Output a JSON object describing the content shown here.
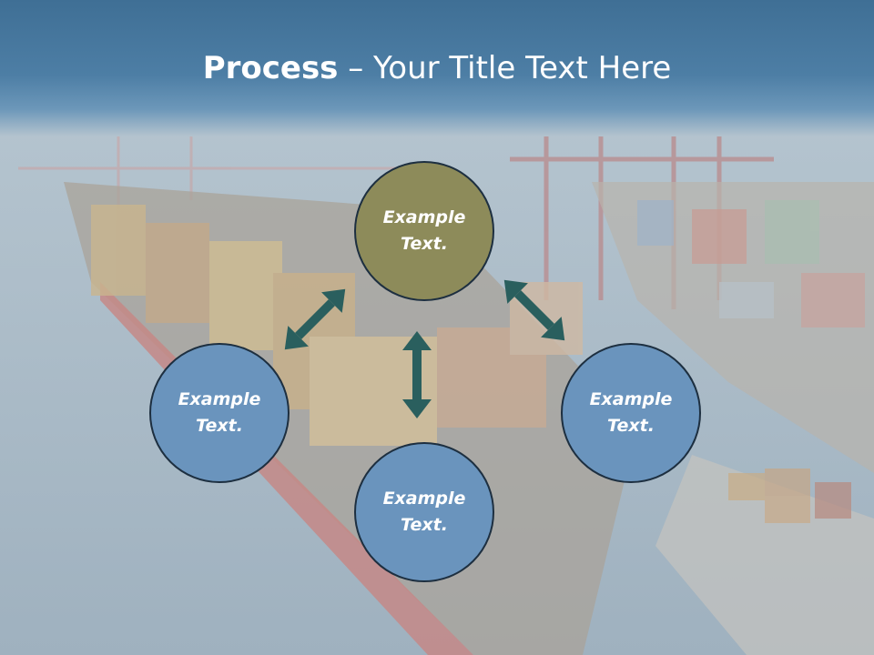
{
  "title": {
    "bold": "Process",
    "rest": " – Your Title Text Here"
  },
  "nodes": {
    "top": "Example Text.",
    "left": "Example Text.",
    "right": "Example Text.",
    "bottom": "Example Text."
  },
  "colors": {
    "header": "#4d7ea5",
    "node_blue": "#6a94bd",
    "node_olive": "#8d8b5a",
    "arrow": "#2a5f5e",
    "text": "#ffffff"
  },
  "icons": [
    "double-arrow-icon"
  ]
}
